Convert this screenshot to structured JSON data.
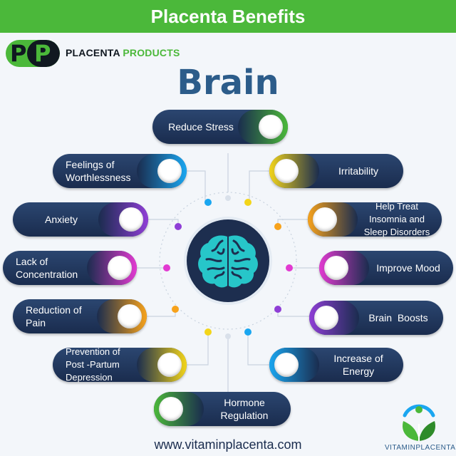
{
  "header": {
    "title": "Placenta Benefits"
  },
  "brand": {
    "logo_letters_1": "P",
    "logo_letters_2": "P",
    "name_part1": "PLACENTA",
    "name_part2": "PRODUCTS"
  },
  "main_title": "Brain",
  "benefits": {
    "reduce_stress": "Reduce Stress",
    "worthlessness": "Feelings of Worthlessness",
    "irritability": "Irritability",
    "anxiety": "Anxiety",
    "insomnia": "Help Treat Insomnia and Sleep Disorders",
    "concentration": "Lack of Concentration",
    "mood": "Improve Mood",
    "pain": "Reduction of Pain",
    "brain_boosts": "Brain  Boosts",
    "postpartum": "Prevention of Post -Partum Depression",
    "energy": "Increase of Energy",
    "hormone": "Hormone Regulation"
  },
  "footer": {
    "website": "www.vitaminplacenta.com"
  },
  "vitamin_logo": {
    "text": "VITAMINPLACENTA"
  },
  "colors": {
    "green": "#4bb83a",
    "navy": "#1a2c4e",
    "title_blue": "#2c5c8a",
    "brain_cyan": "#27c6c9",
    "yellow": "#f3d51a",
    "orange": "#f7a21b",
    "purple": "#8f3ed6",
    "magenta": "#e23ad1",
    "sky": "#1aa6f0"
  },
  "icons": [
    "brain-icon",
    "sprout-logo-icon"
  ]
}
